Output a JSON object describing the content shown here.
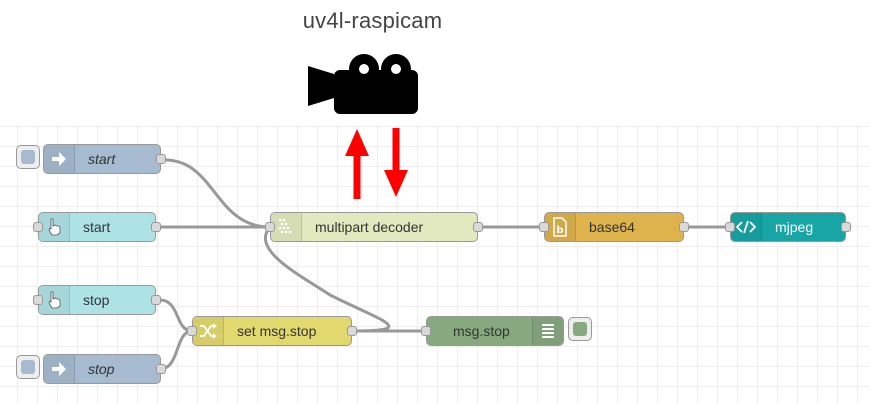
{
  "title": "uv4l-raspicam",
  "colors": {
    "inject": "#a6bbcf",
    "ui_button": "#aee3e6",
    "decoder": "#e2e9be",
    "change": "#e2d96e",
    "base64": "#deb34c",
    "template": "#18a5a5",
    "debug": "#87a980",
    "arrow": "#ff0000",
    "wire": "#999999"
  },
  "nodes": {
    "inject_start": {
      "label": "start",
      "icon": "arrow-in-icon"
    },
    "button_start": {
      "label": "start",
      "icon": "hand-pointer-icon"
    },
    "decoder": {
      "label": "multipart decoder",
      "icon": "decoder-icon"
    },
    "base64": {
      "label": "base64",
      "icon": "base64-icon"
    },
    "mjpeg": {
      "label": "mjpeg",
      "icon": "code-icon"
    },
    "button_stop": {
      "label": "stop",
      "icon": "hand-pointer-icon"
    },
    "change": {
      "label": "set msg.stop",
      "icon": "shuffle-icon"
    },
    "debug": {
      "label": "msg.stop",
      "icon": "list-icon"
    },
    "inject_stop": {
      "label": "stop",
      "icon": "arrow-in-icon"
    }
  }
}
